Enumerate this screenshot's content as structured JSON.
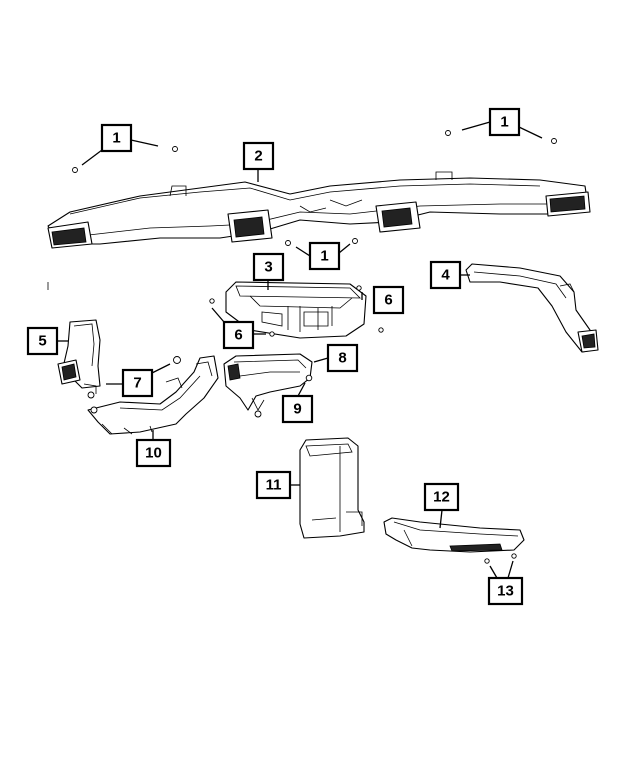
{
  "callouts": [
    {
      "id": "c1a",
      "label": "1"
    },
    {
      "id": "c1b",
      "label": "1"
    },
    {
      "id": "c1c",
      "label": "1"
    },
    {
      "id": "c2",
      "label": "2"
    },
    {
      "id": "c3",
      "label": "3"
    },
    {
      "id": "c4",
      "label": "4"
    },
    {
      "id": "c5",
      "label": "5"
    },
    {
      "id": "c6a",
      "label": "6"
    },
    {
      "id": "c6b",
      "label": "6"
    },
    {
      "id": "c7",
      "label": "7"
    },
    {
      "id": "c8",
      "label": "8"
    },
    {
      "id": "c9",
      "label": "9"
    },
    {
      "id": "c10",
      "label": "10"
    },
    {
      "id": "c11",
      "label": "11"
    },
    {
      "id": "c12",
      "label": "12"
    },
    {
      "id": "c13",
      "label": "13"
    }
  ],
  "colors": {
    "line": "#000000",
    "background": "#ffffff",
    "shadow": "#222222"
  }
}
